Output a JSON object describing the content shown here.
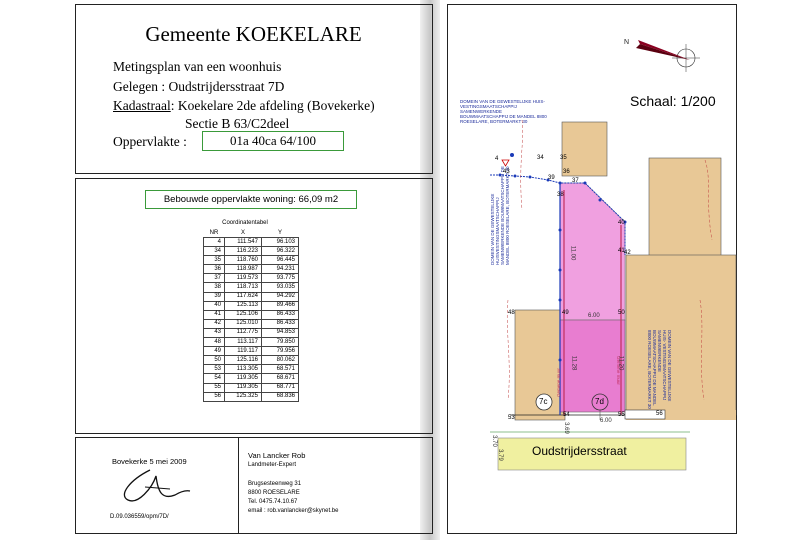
{
  "header": {
    "title": "Gemeente KOEKELARE",
    "metingsplan": "Metingsplan van een woonhuis",
    "gelegen": "Gelegen : Oudstrijdersstraat 7D",
    "kadastraal_label": "Kadastraal",
    "kadastraal_value": ": Koekelare 2de afdeling (Bovekerke)",
    "sectie": "Sectie B 63/C2deel",
    "oppervlakte_label": "Oppervlakte :",
    "oppervlakte_value": "01a 40ca 64/100"
  },
  "bebouwd": "Bebouwde oppervlakte woning: 66,09 m2",
  "coord_table": {
    "title": "Coordinatentabel",
    "headers": [
      "NR",
      "X",
      "Y"
    ],
    "rows": [
      [
        "4",
        "111.547",
        "96.103"
      ],
      [
        "34",
        "116.223",
        "96.322"
      ],
      [
        "35",
        "118.760",
        "96.445"
      ],
      [
        "36",
        "118.987",
        "94.231"
      ],
      [
        "37",
        "119.573",
        "93.775"
      ],
      [
        "38",
        "118.713",
        "93.035"
      ],
      [
        "39",
        "117.624",
        "94.292"
      ],
      [
        "40",
        "125.113",
        "89.466"
      ],
      [
        "41",
        "125.106",
        "86.433"
      ],
      [
        "42",
        "125.010",
        "86.433"
      ],
      [
        "43",
        "112.775",
        "94.853"
      ],
      [
        "48",
        "113.117",
        "79.850"
      ],
      [
        "49",
        "119.117",
        "79.956"
      ],
      [
        "50",
        "125.116",
        "80.062"
      ],
      [
        "53",
        "113.305",
        "68.571"
      ],
      [
        "54",
        "119.305",
        "68.671"
      ],
      [
        "55",
        "119.305",
        "68.771"
      ],
      [
        "56",
        "125.325",
        "68.836"
      ]
    ]
  },
  "footer": {
    "place_date": "Bovekerke 5 mei 2009",
    "surveyor_name": "Van Lancker Rob",
    "surveyor_title": "Landmeter-Expert",
    "address": "Brugsesteenweg 31",
    "city": "8800  ROESELARE",
    "tel": "Tel.   0475.74.10.67",
    "email": "email : rob.vanlancker@skynet.be",
    "reference": "D.09.036559/opm/7D/"
  },
  "plan": {
    "schaal": "Schaal: 1/200",
    "street": "Oudstrijdersstraat",
    "owner_top": "DOMEIN VAN DE GEWESTELIJKE HUIS- VESTINGSMAATSCHAPPIJ SAMENWERKENDE BOUWMAATSCHAPPIJ DE MANDEL 8800 ROESELARE, BOTERMARKT 30",
    "owner_mid": "DOMEIN VAN DE GEWESTELIJKE HUISVESTINGSMAATSCHAPPIJ SAMENWERKENDE BOUWMAATSCHAPPIJ DE MANDEL 8800 ROESELARE, BOTERMARKT 30",
    "owner_right": "DOMEIN VAN DE GEWESTELIJKE HUIS- VESTINGSMAATSCHAPPIJ SAMENWERKENDE BOUWMAATSCHAPPIJ DE MANDEL 8800 ROESELARE, BOTERMARKT 30",
    "lot_left": "7c",
    "lot_main": "7d",
    "points": {
      "p4": "4",
      "p34": "34",
      "p35": "35",
      "p36": "36",
      "p37": "37",
      "p38": "38",
      "p39": "39",
      "p40": "40",
      "p41": "41",
      "p42": "42",
      "p43": "43",
      "p48": "48",
      "p49": "49",
      "p50": "50",
      "p53": "53",
      "p54": "54",
      "p55": "55",
      "p56": "56"
    },
    "dims": {
      "d600a": "6.00",
      "d600b": "6.00",
      "d1100": "11.00",
      "d1128": "11.28",
      "d1120": "11.20",
      "d369": "3.69",
      "d370": "3.70",
      "d379": "3.79",
      "gemene_muur_1": "Gemene muur",
      "gemene_muur_2": "Gemene muur"
    }
  },
  "colors": {
    "parcel_fill": "#e8c896",
    "pink_fill": "#e87dd0",
    "magenta_fill": "#f0a0e0",
    "road_fill": "#f0f0a0",
    "green_border": "#3a9a3a",
    "boundary_blue": "#1a3ab8",
    "arrow_red": "#8a0020"
  }
}
